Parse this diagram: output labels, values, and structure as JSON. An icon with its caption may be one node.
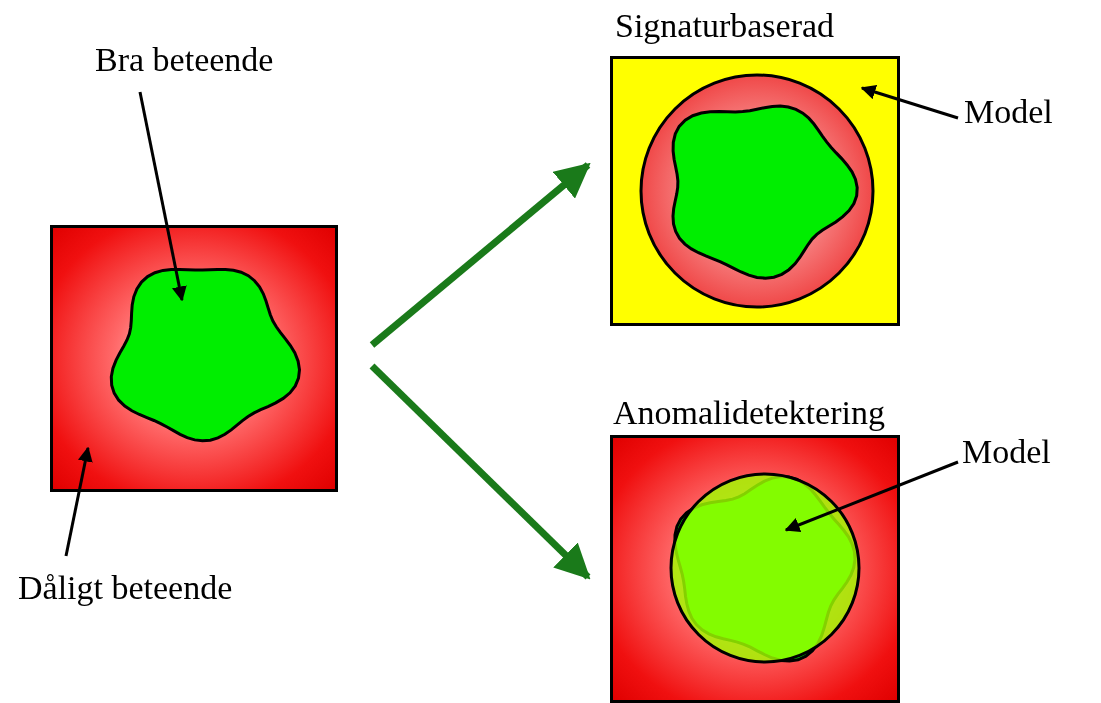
{
  "diagram": {
    "nodes": [
      {
        "text": [],
        "shape": "box"
      },
      {
        "text": [],
        "shape": "blob",
        "in": 0
      },
      {
        "text": [
          "Bra beteende"
        ]
      },
      {
        "text": [
          "Dåligt beteende"
        ]
      },
      {
        "text": [
          "Signaturbaserad"
        ]
      },
      {
        "text": [],
        "shape": "circle",
        "in": 4
      },
      {
        "text": [],
        "shape": "blob",
        "in": 5
      },
      {
        "text": [
          "Model"
        ]
      },
      {
        "text": [
          "Anomalidetektering"
        ]
      },
      {
        "text": [],
        "shape": "blob",
        "in": 8
      },
      {
        "text": [],
        "shape": "circle",
        "in": 8
      },
      {
        "text": [
          "Model"
        ]
      }
    ],
    "edges": [
      {
        "from": 2,
        "to": 1,
        "arrow": "to"
      },
      {
        "from": 3,
        "to": 0,
        "arrow": "to"
      },
      {
        "from": 0,
        "to": 4,
        "arrow": "to",
        "style": "thick",
        "color": "#1a7a1a"
      },
      {
        "from": 0,
        "to": 8,
        "arrow": "to",
        "style": "thick",
        "color": "#1a7a1a"
      },
      {
        "from": 7,
        "to": 4,
        "arrow": "to"
      },
      {
        "from": 11,
        "to": 10,
        "arrow": "to"
      }
    ]
  }
}
